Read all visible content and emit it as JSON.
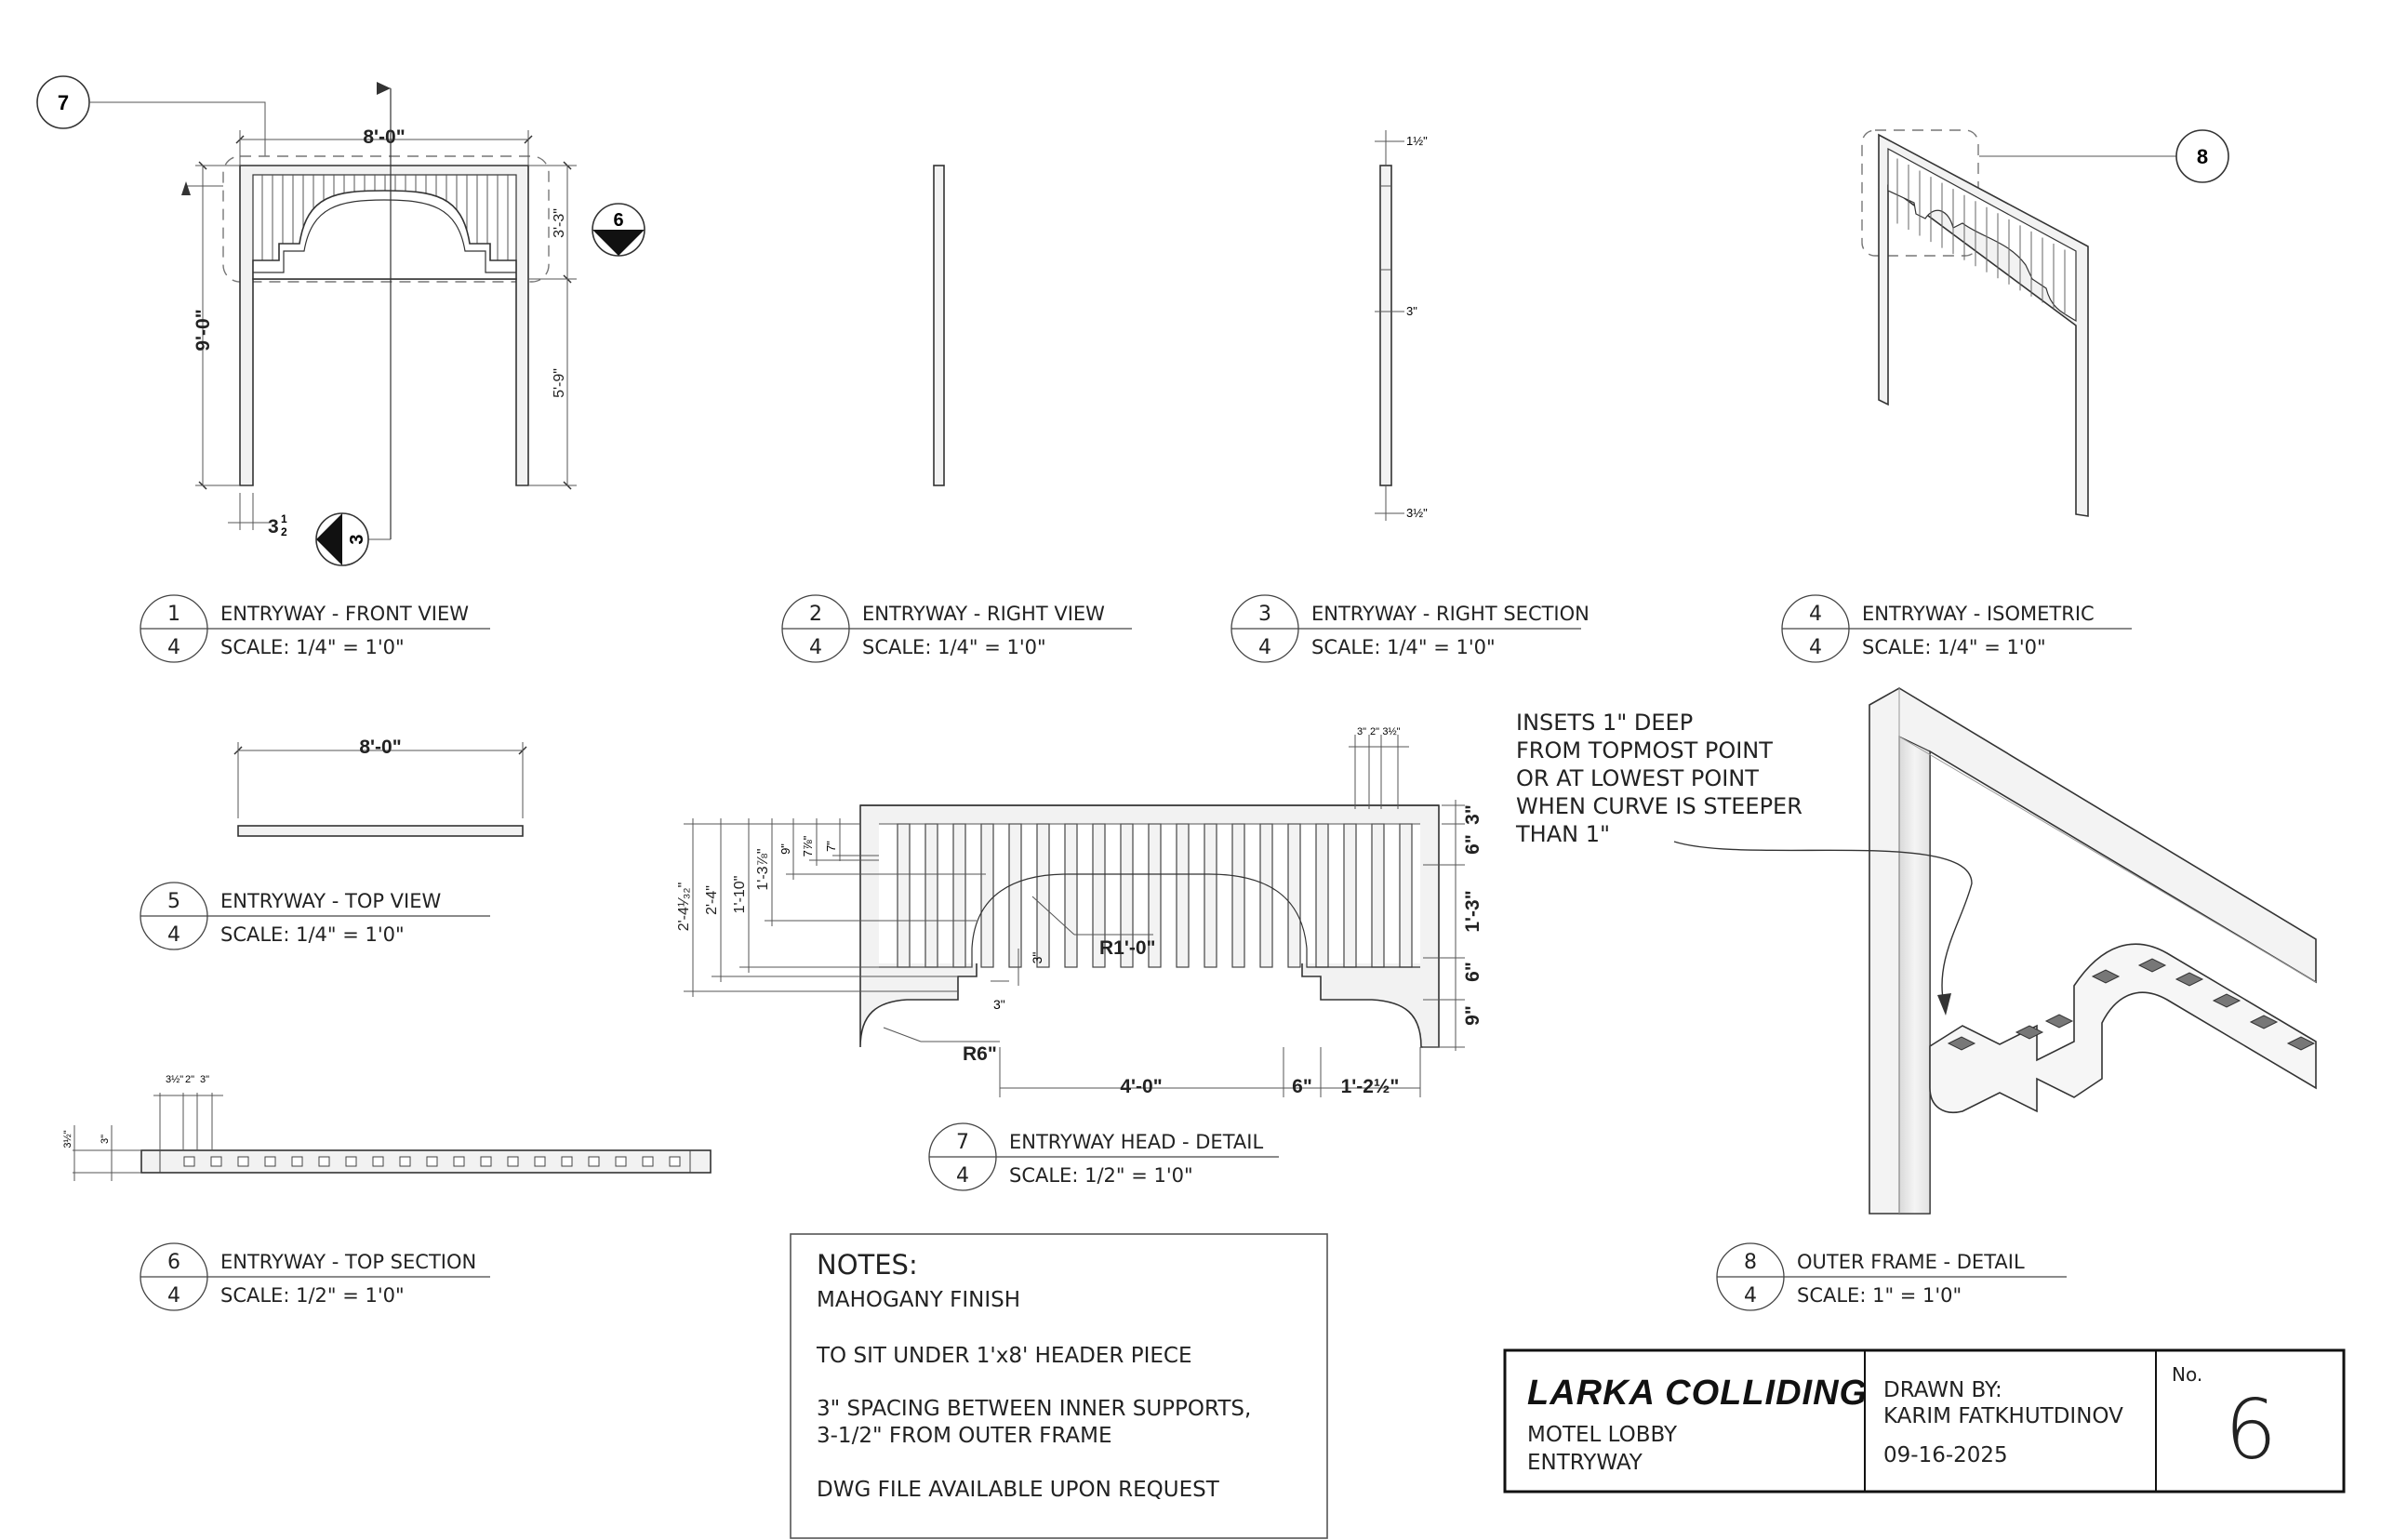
{
  "views": [
    {
      "num": "1",
      "sheet": "4",
      "title": "ENTRYWAY - FRONT VIEW",
      "scale": "SCALE: 1/4\" = 1'0\""
    },
    {
      "num": "2",
      "sheet": "4",
      "title": "ENTRYWAY - RIGHT VIEW",
      "scale": "SCALE: 1/4\" = 1'0\""
    },
    {
      "num": "3",
      "sheet": "4",
      "title": "ENTRYWAY - RIGHT SECTION",
      "scale": "SCALE: 1/4\" = 1'0\""
    },
    {
      "num": "4",
      "sheet": "4",
      "title": "ENTRYWAY - ISOMETRIC",
      "scale": "SCALE: 1/4\" = 1'0\""
    },
    {
      "num": "5",
      "sheet": "4",
      "title": "ENTRYWAY - TOP VIEW",
      "scale": "SCALE: 1/4\" = 1'0\""
    },
    {
      "num": "6",
      "sheet": "4",
      "title": "ENTRYWAY - TOP SECTION",
      "scale": "SCALE: 1/2\" = 1'0\""
    },
    {
      "num": "7",
      "sheet": "4",
      "title": "ENTRYWAY HEAD - DETAIL",
      "scale": "SCALE: 1/2\" = 1'0\""
    },
    {
      "num": "8",
      "sheet": "4",
      "title": "OUTER FRAME - DETAIL",
      "scale": "SCALE: 1\" = 1'0\""
    }
  ],
  "callouts": {
    "c7": "7",
    "c6": "6",
    "c3": "3",
    "c8": "8"
  },
  "dims": {
    "front_width": "8'-0\"",
    "front_height": "9'-0\"",
    "front_head": "3'-3\"",
    "front_leg": "5'-9\"",
    "front_post": "3",
    "front_post_frac_n": "1",
    "front_post_frac_d": "2",
    "sec_top": "1½\"",
    "sec_mid": "3\"",
    "sec_bot": "3½\"",
    "top_width": "8'-0\"",
    "topsec_a": "3½\"",
    "topsec_b": "2\"",
    "topsec_c": "3\"",
    "topsec_h1": "3½\"",
    "topsec_h2": "3\"",
    "det_top_a": "3\"",
    "det_top_b": "2\"",
    "det_top_c": "3½\"",
    "det_r_3": "3\"",
    "det_r_6a": "6\"",
    "det_r_13": "1'-3\"",
    "det_r_6b": "6\"",
    "det_r_9": "9\"",
    "det_l_a": "2'-4¹⁄₃₂\"",
    "det_l_b": "2'-4\"",
    "det_l_c": "1'-10\"",
    "det_l_d": "1'-3⅞\"",
    "det_l_e": "9\"",
    "det_l_f": "7⅞\"",
    "det_l_g": "7\"",
    "det_radius_big": "R1'-0\"",
    "det_radius_small": "R6\"",
    "det_step_v": "3\"",
    "det_step_h": "3\"",
    "det_span": "4'-0\"",
    "det_6": "6\"",
    "det_side": "1'-2½\""
  },
  "annotation": [
    "INSETS 1\" DEEP",
    "FROM TOPMOST POINT",
    "OR AT LOWEST POINT",
    "WHEN CURVE IS STEEPER",
    "THAN 1\""
  ],
  "notes": {
    "heading": "NOTES:",
    "lines": [
      "MAHOGANY FINISH",
      "TO SIT UNDER 1'x8' HEADER PIECE",
      "3\" SPACING BETWEEN INNER SUPPORTS,",
      "3-1/2\" FROM OUTER FRAME",
      "DWG FILE AVAILABLE UPON REQUEST"
    ]
  },
  "title_block": {
    "brand": "LARKA COLLIDING",
    "project_line1": "MOTEL LOBBY",
    "project_line2": "ENTRYWAY",
    "drawn_by_label": "DRAWN BY:",
    "drawn_by_name": "KARIM FATKHUTDINOV",
    "date": "09-16-2025",
    "no_label": "No.",
    "sheet_no": "6"
  }
}
